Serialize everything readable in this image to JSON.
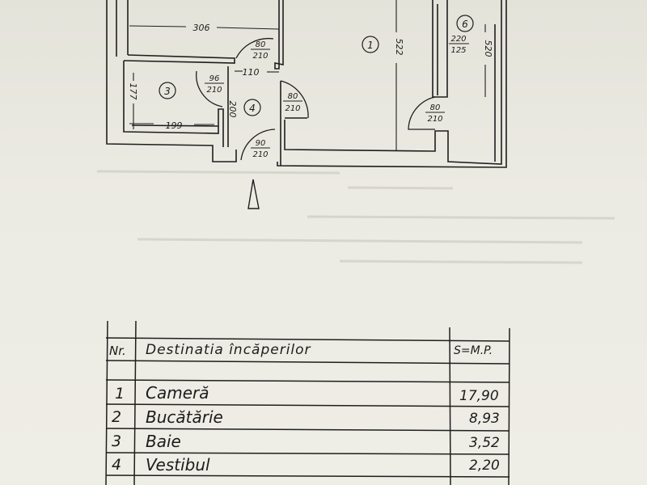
{
  "floor_plan": {
    "rooms": [
      {
        "number": "1"
      },
      {
        "number": "3"
      },
      {
        "number": "4"
      },
      {
        "number": "6"
      }
    ],
    "dimensions": {
      "kitchen_width": "306",
      "room1_length": "522",
      "room6_length": "520",
      "bath_length": "177",
      "bath_width": "199",
      "hall_length": "200",
      "hall_width": "110",
      "window": {
        "w": "220",
        "h": "125"
      }
    },
    "doors": [
      {
        "w": "80",
        "h": "210"
      },
      {
        "w": "96",
        "h": "210"
      },
      {
        "w": "80",
        "h": "210"
      },
      {
        "w": "90",
        "h": "210"
      },
      {
        "w": "80",
        "h": "210"
      }
    ]
  },
  "table": {
    "headers": {
      "nr": "Nr.",
      "destination": "Destinatia încăperilor",
      "area": "S=M.P."
    },
    "rows": [
      {
        "nr": "1",
        "name": "Cameră",
        "area": "17,90"
      },
      {
        "nr": "2",
        "name": "Bucătărie",
        "area": "8,93"
      },
      {
        "nr": "3",
        "name": "Baie",
        "area": "3,52"
      },
      {
        "nr": "4",
        "name": "Vestibul",
        "area": "2,20"
      }
    ]
  }
}
